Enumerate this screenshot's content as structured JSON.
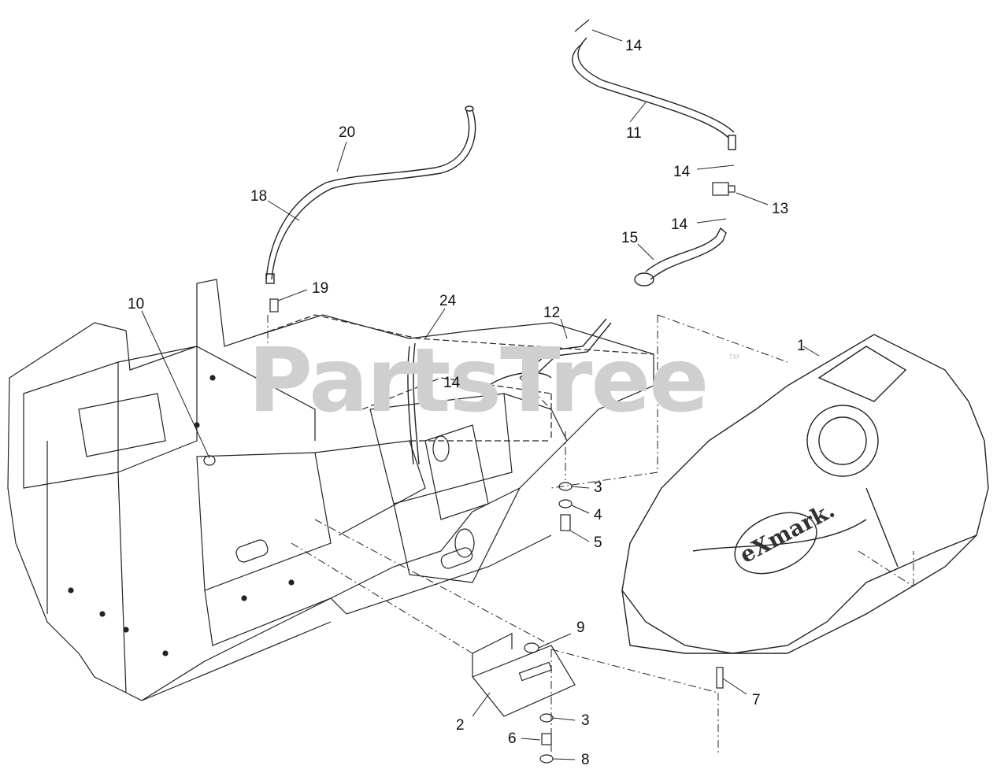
{
  "watermark": {
    "text": "PartsTree",
    "trademark": "™"
  },
  "brand_logo": "eXmark.",
  "callouts": [
    {
      "id": "c14a",
      "text": "14"
    },
    {
      "id": "c11",
      "text": "11"
    },
    {
      "id": "c14b",
      "text": "14"
    },
    {
      "id": "c13",
      "text": "13"
    },
    {
      "id": "c14c",
      "text": "14"
    },
    {
      "id": "c15",
      "text": "15"
    },
    {
      "id": "c20",
      "text": "20"
    },
    {
      "id": "c18",
      "text": "18"
    },
    {
      "id": "c19",
      "text": "19"
    },
    {
      "id": "c10",
      "text": "10"
    },
    {
      "id": "c24",
      "text": "24"
    },
    {
      "id": "c12",
      "text": "12"
    },
    {
      "id": "c14d",
      "text": "14"
    },
    {
      "id": "c1",
      "text": "1"
    },
    {
      "id": "c3a",
      "text": "3"
    },
    {
      "id": "c4",
      "text": "4"
    },
    {
      "id": "c5",
      "text": "5"
    },
    {
      "id": "c9",
      "text": "9"
    },
    {
      "id": "c7",
      "text": "7"
    },
    {
      "id": "c2",
      "text": "2"
    },
    {
      "id": "c3b",
      "text": "3"
    },
    {
      "id": "c6",
      "text": "6"
    },
    {
      "id": "c8",
      "text": "8"
    }
  ]
}
